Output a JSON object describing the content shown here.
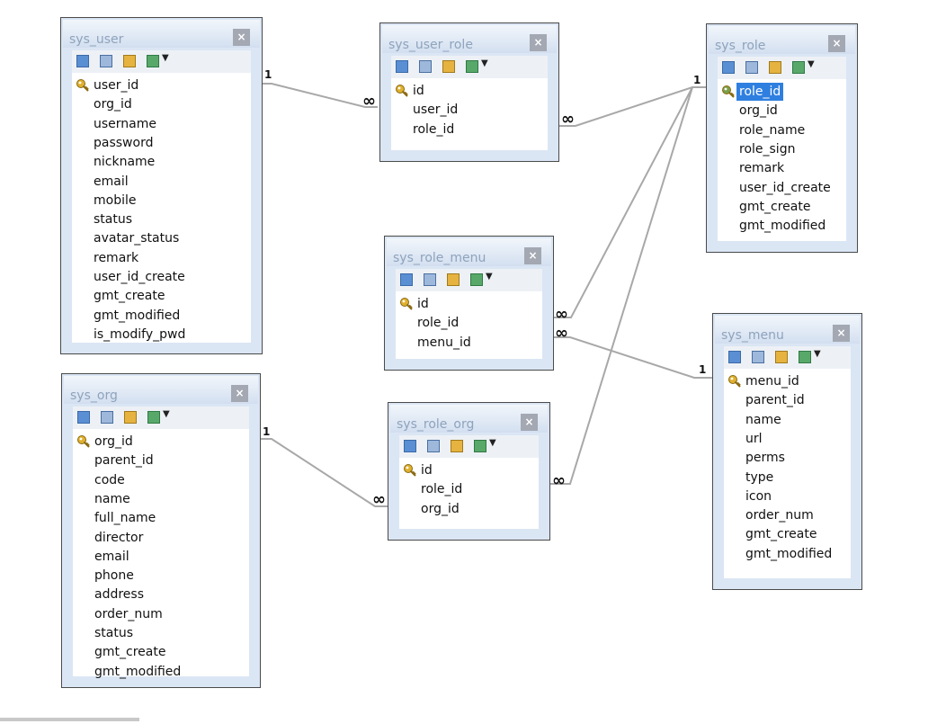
{
  "tables": [
    {
      "id": "sys_user",
      "title": "sys_user",
      "fields": [
        "user_id",
        "org_id",
        "username",
        "password",
        "nickname",
        "email",
        "mobile",
        "status",
        "avatar_status",
        "remark",
        "user_id_create",
        "gmt_create",
        "gmt_modified",
        "is_modify_pwd"
      ],
      "pk": 0,
      "selected": -1
    },
    {
      "id": "sys_user_role",
      "title": "sys_user_role",
      "fields": [
        "id",
        "user_id",
        "role_id"
      ],
      "pk": 0,
      "selected": -1
    },
    {
      "id": "sys_role",
      "title": "sys_role",
      "fields": [
        "role_id",
        "org_id",
        "role_name",
        "role_sign",
        "remark",
        "user_id_create",
        "gmt_create",
        "gmt_modified"
      ],
      "pk": 0,
      "selected": 0
    },
    {
      "id": "sys_role_menu",
      "title": "sys_role_menu",
      "fields": [
        "id",
        "role_id",
        "menu_id"
      ],
      "pk": 0,
      "selected": -1
    },
    {
      "id": "sys_menu",
      "title": "sys_menu",
      "fields": [
        "menu_id",
        "parent_id",
        "name",
        "url",
        "perms",
        "type",
        "icon",
        "order_num",
        "gmt_create",
        "gmt_modified"
      ],
      "pk": 0,
      "selected": -1
    },
    {
      "id": "sys_org",
      "title": "sys_org",
      "fields": [
        "org_id",
        "parent_id",
        "code",
        "name",
        "full_name",
        "director",
        "email",
        "phone",
        "address",
        "order_num",
        "status",
        "gmt_create",
        "gmt_modified"
      ],
      "pk": 0,
      "selected": -1
    },
    {
      "id": "sys_role_org",
      "title": "sys_role_org",
      "fields": [
        "id",
        "role_id",
        "org_id"
      ],
      "pk": 0,
      "selected": -1
    }
  ],
  "relations": [
    {
      "from": "sys_user",
      "to": "sys_user_role",
      "from_card": "1",
      "to_card": "∞"
    },
    {
      "from": "sys_role",
      "to": "sys_user_role",
      "from_card": "1",
      "to_card": "∞"
    },
    {
      "from": "sys_role",
      "to": "sys_role_menu",
      "from_card": "1",
      "to_card": "∞"
    },
    {
      "from": "sys_menu",
      "to": "sys_role_menu",
      "from_card": "1",
      "to_card": "∞"
    },
    {
      "from": "sys_role",
      "to": "sys_role_org",
      "from_card": "1",
      "to_card": "∞"
    },
    {
      "from": "sys_org",
      "to": "sys_role_org",
      "from_card": "1",
      "to_card": "∞"
    }
  ],
  "colors": {
    "frame": "#dbe6f4",
    "title_text": "#8ea3bd",
    "close_button": "#a3a8b2",
    "selection": "#2f7fe0",
    "key_icon": "#e0b030",
    "line": "#a8a8a8"
  },
  "icons": {
    "key": "key-icon",
    "close": "close-icon",
    "toolbar": [
      "edit-table-icon",
      "table-properties-icon",
      "key-properties-icon",
      "add-field-icon",
      "dropdown-arrow-icon"
    ]
  }
}
